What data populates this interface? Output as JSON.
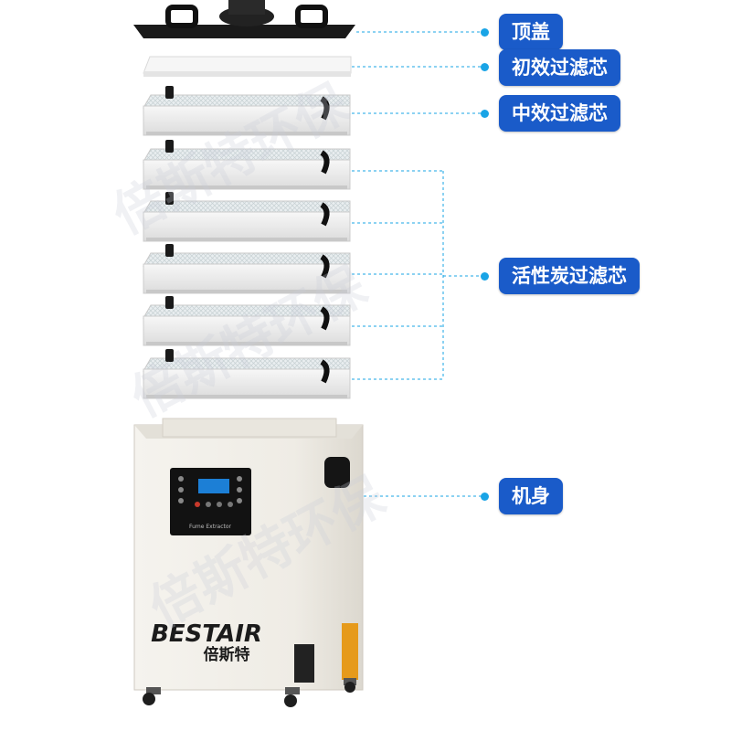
{
  "labels": {
    "top_cover": "顶盖",
    "primary_filter": "初效过滤芯",
    "medium_filter": "中效过滤芯",
    "carbon_filter": "活性炭过滤芯",
    "body": "机身"
  },
  "product": {
    "brand": "BESTAIR",
    "brand_cn": "倍斯特",
    "panel_caption": "Fume Extractor",
    "watermark": "倍斯特环保"
  },
  "colors": {
    "label_bg": "#1a5bc9",
    "leader_line": "#19a4e6",
    "cabinet": "#f2efe8"
  },
  "icons": [
    "handle-icon",
    "caster-icon",
    "control-panel-icon"
  ]
}
